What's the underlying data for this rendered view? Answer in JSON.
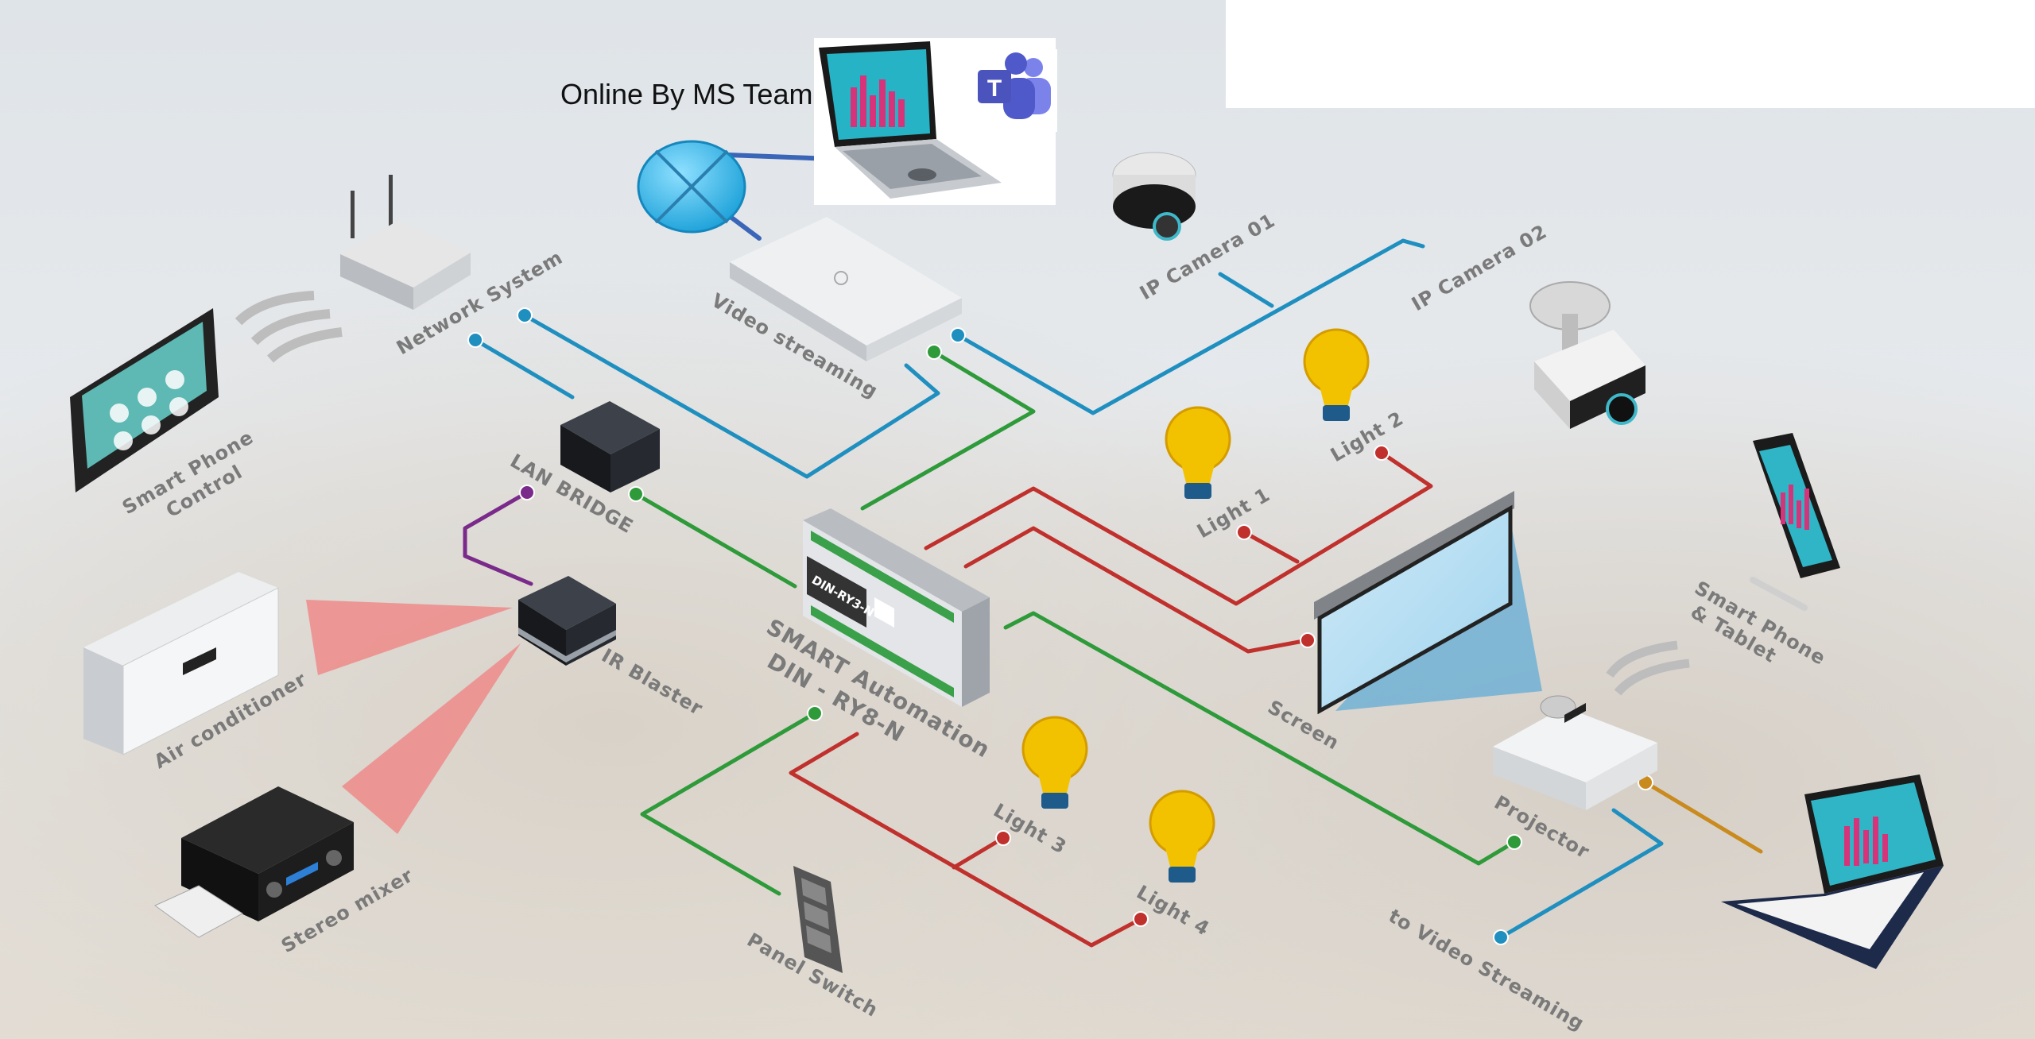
{
  "diagram": {
    "online_label": "Online By MS Team",
    "teams_letter": "T",
    "controller_text": "DIN-RY3-N",
    "labels": {
      "network_system": "Network System",
      "video_streaming": "Video streaming",
      "ip_camera_01": "IP Camera 01",
      "ip_camera_02": "IP Camera 02",
      "smart_phone_control_1": "Smart Phone",
      "smart_phone_control_2": "Control",
      "lan_bridge": "LAN BRIDGE",
      "light_1": "Light 1",
      "light_2": "Light 2",
      "light_3": "Light 3",
      "light_4": "Light 4",
      "ir_blaster": "IR Blaster",
      "air_conditioner": "Air conditioner",
      "stereo_mixer": "Stereo mixer",
      "smart_automation_1": "SMART Automation",
      "smart_automation_2": "DIN - RY8-N",
      "screen": "Screen",
      "smart_phone_tablet_1": "Smart Phone",
      "smart_phone_tablet_2": "& Tablet",
      "projector": "Projector",
      "panel_switch": "Panel Switch",
      "to_video_streaming": "to Video Streaming"
    },
    "colors": {
      "blue_line": "#1f8fc0",
      "green_line": "#2e9a3a",
      "red_line": "#c0302c",
      "purple_line": "#7a2a8a",
      "orange_line": "#c98a1e",
      "bulb": "#f2c200",
      "ir_beam": "#f08080",
      "projector_beam": "#5aa9d6"
    }
  }
}
